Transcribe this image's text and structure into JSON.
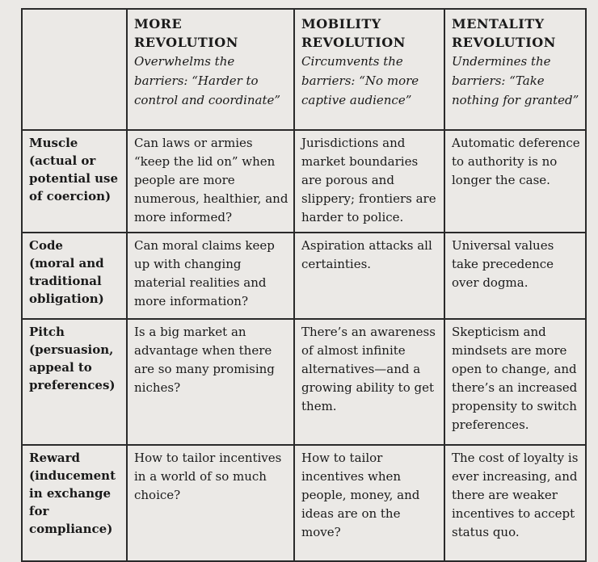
{
  "table": {
    "columns": [
      {
        "title_line1": "MORE",
        "title_line2": "REVOLUTION",
        "subtitle": "Overwhelms the barriers: “Harder to control and coordinate”"
      },
      {
        "title_line1": "MOBILITY",
        "title_line2": "REVOLUTION",
        "subtitle": "Circumvents the barriers: “No more captive audience”"
      },
      {
        "title_line1": "MENTALITY",
        "title_line2": "REVOLUTION",
        "subtitle": "Undermines the barriers: “Take nothing for granted”"
      }
    ],
    "rows": [
      {
        "header": "Muscle\n(actual or\npotential use\nof coercion)",
        "cells": [
          "Can laws or armies “keep the lid on” when people are more numerous, healthier, and more informed?",
          "Jurisdictions and market boundaries are porous and slippery; frontiers are harder to police.",
          "Automatic deference to authority is no longer the case."
        ]
      },
      {
        "header": "Code\n(moral and\ntraditional\nobligation)",
        "cells": [
          "Can moral claims keep up with changing material realities and more information?",
          "Aspiration attacks all certainties.",
          "Universal values take precedence over dogma."
        ]
      },
      {
        "header": "Pitch\n(persuasion,\nappeal to\npreferences)",
        "cells": [
          "Is a big market an advantage when there are so many promising niches?",
          "There’s an awareness of almost infinite alternatives—and a growing ability to get them.",
          "Skepticism and mindsets are more open to change, and there’s an increased propensity to switch preferences."
        ]
      },
      {
        "header": "Reward\n(inducement\nin exchange for\ncompliance)",
        "cells": [
          "How to tailor incentives in a world of so much choice?",
          "How to tailor incentives when people, money, and ideas are on the move?",
          "The cost of loyalty is ever increasing, and there are weaker incentives to accept status quo."
        ]
      }
    ]
  }
}
